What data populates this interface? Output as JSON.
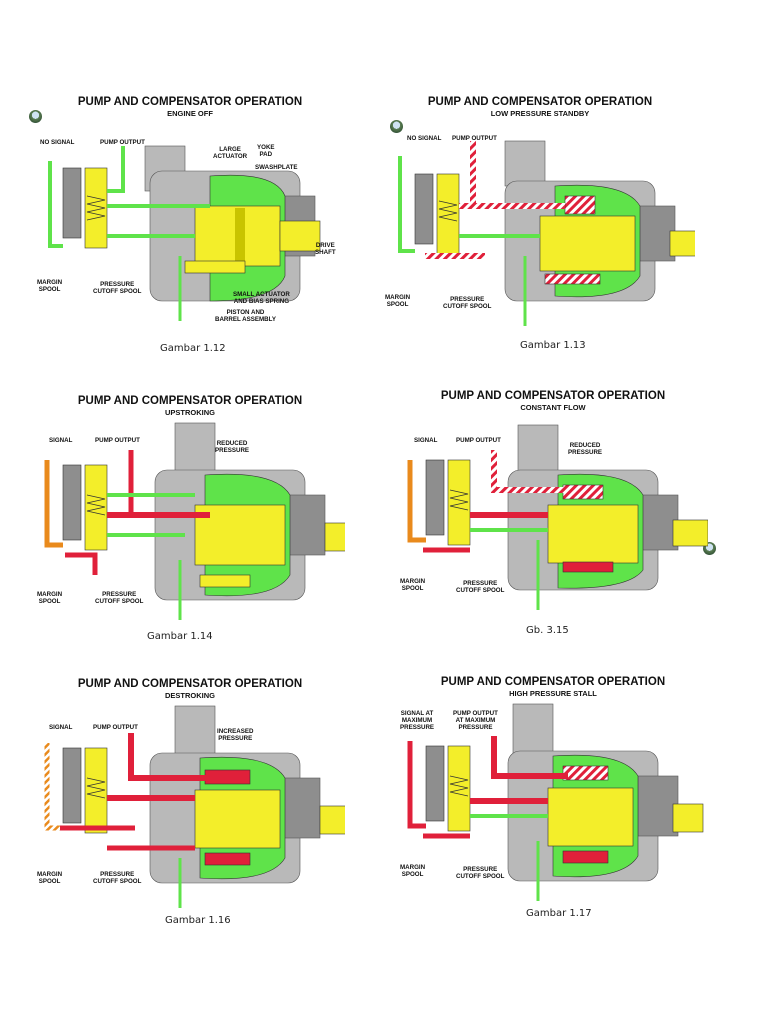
{
  "colors": {
    "green": "#5fe34a",
    "yellow": "#f3ee2a",
    "red": "#e0203a",
    "gray": "#b9b9b9",
    "darkgray": "#8e8e8e",
    "orange": "#e98a1c",
    "black": "#111111"
  },
  "panels": [
    {
      "id": "p1",
      "title": "PUMP AND COMPENSATOR OPERATION",
      "subtitle": "ENGINE OFF",
      "caption": "Gambar 1.12",
      "labels": {
        "signal": "NO SIGNAL",
        "output": "PUMP OUTPUT",
        "large_actuator": "LARGE\nACTUATOR",
        "yoke_pad": "YOKE\nPAD",
        "swashplate": "SWASHPLATE",
        "drive_shaft": "DRIVE\nSHAFT",
        "margin_spool": "MARGIN\nSPOOL",
        "cutoff_spool": "PRESSURE\nCUTOFF SPOOL",
        "small_actuator": "SMALL ACTUATOR\nAND BIAS SPRING",
        "piston_barrel": "PISTON AND\nBARREL ASSEMBLY"
      }
    },
    {
      "id": "p2",
      "title": "PUMP AND COMPENSATOR OPERATION",
      "subtitle": "LOW PRESSURE STANDBY",
      "caption": "Gambar 1.13",
      "labels": {
        "signal": "NO SIGNAL",
        "output": "PUMP OUTPUT",
        "margin_spool": "MARGIN\nSPOOL",
        "cutoff_spool": "PRESSURE\nCUTOFF SPOOL"
      }
    },
    {
      "id": "p3",
      "title": "PUMP AND COMPENSATOR OPERATION",
      "subtitle": "UPSTROKING",
      "caption": "Gambar 1.14",
      "labels": {
        "signal": "SIGNAL",
        "output": "PUMP OUTPUT",
        "pressure_note": "REDUCED\nPRESSURE",
        "margin_spool": "MARGIN\nSPOOL",
        "cutoff_spool": "PRESSURE\nCUTOFF SPOOL"
      }
    },
    {
      "id": "p4",
      "title": "PUMP AND COMPENSATOR OPERATION",
      "subtitle": "CONSTANT FLOW",
      "caption": "Gb. 3.15",
      "labels": {
        "signal": "SIGNAL",
        "output": "PUMP OUTPUT",
        "pressure_note": "REDUCED\nPRESSURE",
        "margin_spool": "MARGIN\nSPOOL",
        "cutoff_spool": "PRESSURE\nCUTOFF SPOOL"
      }
    },
    {
      "id": "p5",
      "title": "PUMP AND COMPENSATOR OPERATION",
      "subtitle": "DESTROKING",
      "caption": "Gambar 1.16",
      "labels": {
        "signal": "SIGNAL",
        "output": "PUMP OUTPUT",
        "pressure_note": "INCREASED\nPRESSURE",
        "margin_spool": "MARGIN\nSPOOL",
        "cutoff_spool": "PRESSURE\nCUTOFF SPOOL"
      }
    },
    {
      "id": "p6",
      "title": "PUMP AND COMPENSATOR OPERATION",
      "subtitle": "HIGH PRESSURE STALL",
      "caption": "Gambar 1.17",
      "labels": {
        "signal": "SIGNAL AT\nMAXIMUM\nPRESSURE",
        "output": "PUMP OUTPUT\nAT MAXIMUM\nPRESSURE",
        "margin_spool": "MARGIN\nSPOOL",
        "cutoff_spool": "PRESSURE\nCUTOFF SPOOL"
      }
    }
  ]
}
